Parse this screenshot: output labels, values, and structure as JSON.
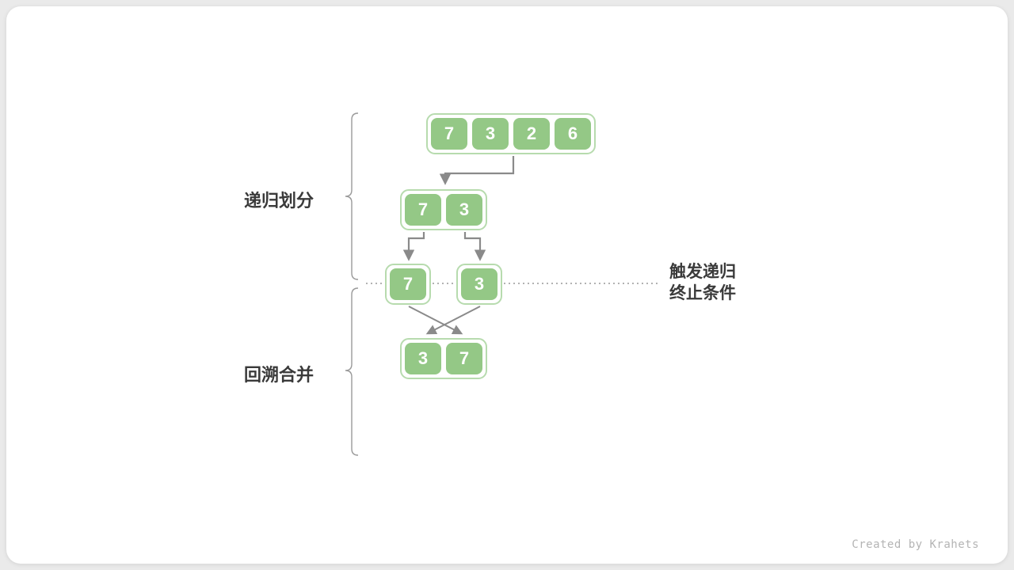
{
  "labels": {
    "divide": "递归划分",
    "merge": "回溯合并",
    "trigger_line1": "触发递归",
    "trigger_line2": "终止条件",
    "credit": "Created by Krahets"
  },
  "arrays": {
    "level1": [
      "7",
      "3",
      "2",
      "6"
    ],
    "level2": [
      "7",
      "3"
    ],
    "level3_left": [
      "7"
    ],
    "level3_right": [
      "3"
    ],
    "level4": [
      "3",
      "7"
    ]
  },
  "colors": {
    "cell_fill": "#94C886",
    "container_border": "#B7DBAE",
    "arrow": "#8A8A8A",
    "brace": "#9A9A9A",
    "dotted_line": "#999999",
    "label_text": "#3A3A3A",
    "credit_text": "#B4B4B4",
    "background": "#EAEAEA",
    "card_background": "#FFFFFF"
  }
}
